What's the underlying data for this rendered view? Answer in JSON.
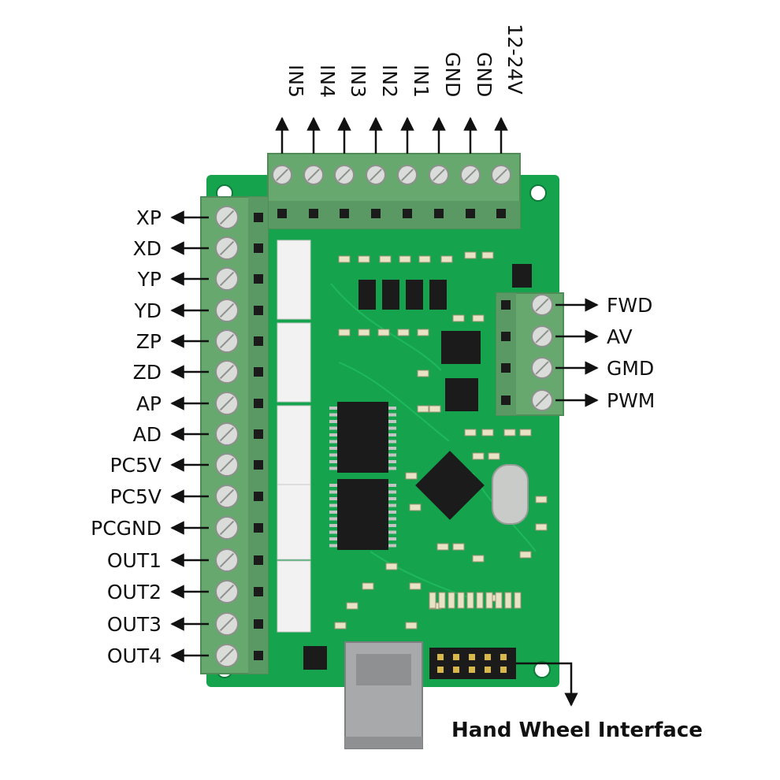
{
  "top_terminals": [
    "IN5",
    "IN4",
    "IN3",
    "IN2",
    "IN1",
    "GND",
    "GND",
    "12-24V"
  ],
  "left_terminals": [
    "XP",
    "XD",
    "YP",
    "YD",
    "ZP",
    "ZD",
    "AP",
    "AD",
    "PC5V",
    "PC5V",
    "PCGND",
    "OUT1",
    "OUT2",
    "OUT3",
    "OUT4"
  ],
  "right_terminals": [
    "FWD",
    "AV",
    "GMD",
    "PWM"
  ],
  "hand_wheel": {
    "label": "Hand Wheel Interface"
  },
  "colors": {
    "pcb": "#16a34e",
    "pcb_dark": "#0f7a3a",
    "terminal": "#66a86d",
    "terminal_dark": "#4f8c57",
    "screw": "#d9dcd9",
    "chip": "#1b1b1b",
    "connector": "#f2f2f2",
    "usb": "#a7a9ab",
    "arrow": "#111111"
  },
  "icons": [
    "screw-terminal-icon",
    "usb-b-port-icon",
    "crystal-oscillator-icon"
  ]
}
